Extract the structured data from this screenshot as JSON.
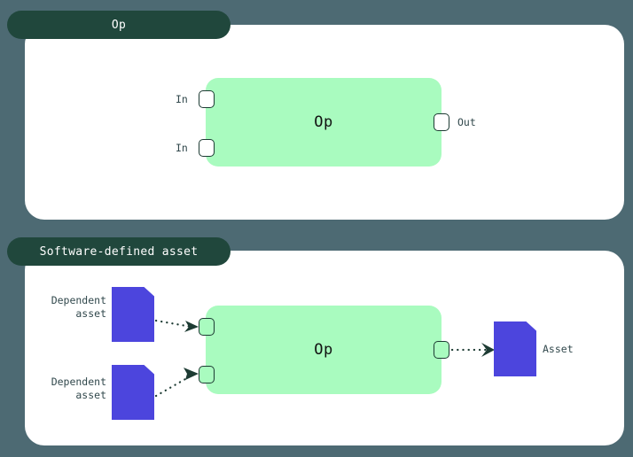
{
  "theme": {
    "background_color": "#4d6a73",
    "panel_color": "#ffffff",
    "tab_color": "#20473c",
    "tab_text_color": "#ffffff",
    "op_box_color": "#a9fbbf",
    "asset_color": "#4c45dd",
    "port_border_color": "#1d3b33",
    "label_color": "#31484c"
  },
  "panels": [
    {
      "id": "op",
      "tab_label": "Op",
      "op_label": "Op",
      "ports": {
        "inputs": [
          {
            "label": "In"
          },
          {
            "label": "In"
          }
        ],
        "outputs": [
          {
            "label": "Out"
          }
        ]
      }
    },
    {
      "id": "software-defined-asset",
      "tab_label": "Software-defined asset",
      "op_label": "Op",
      "ports": {
        "inputs": [
          {
            "label": ""
          },
          {
            "label": ""
          }
        ],
        "outputs": [
          {
            "label": ""
          }
        ]
      },
      "assets": {
        "upstream": [
          {
            "label": "Dependent\nasset",
            "icon": "document-icon"
          },
          {
            "label": "Dependent\nasset",
            "icon": "document-icon"
          }
        ],
        "downstream": [
          {
            "label": "Asset",
            "icon": "document-icon"
          }
        ]
      }
    }
  ]
}
